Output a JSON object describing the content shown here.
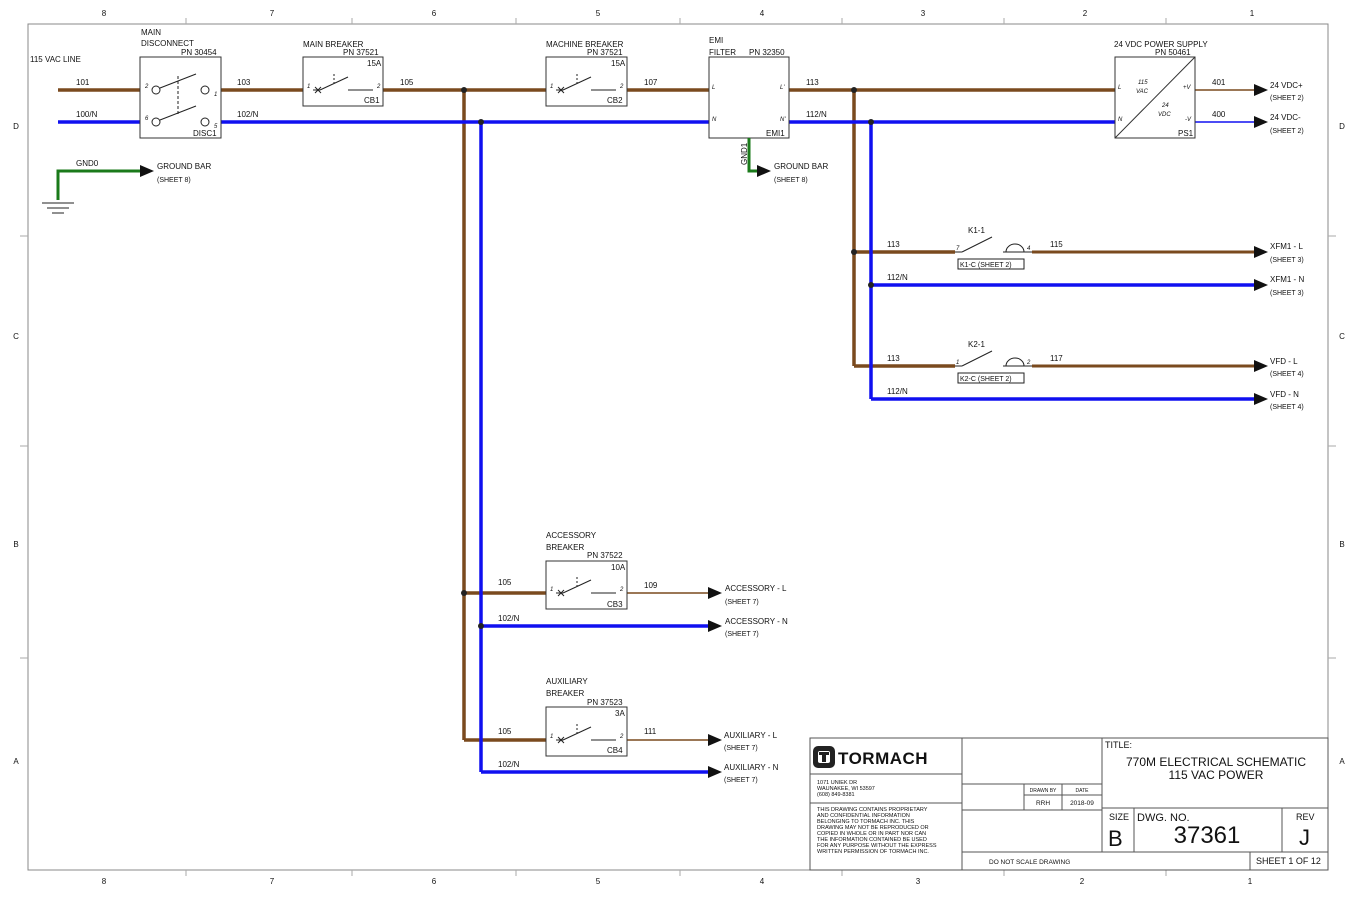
{
  "border": {
    "columns": [
      "8",
      "7",
      "6",
      "5",
      "4",
      "3",
      "2",
      "1"
    ],
    "rows": [
      "D",
      "C",
      "B",
      "A"
    ]
  },
  "source": {
    "label": "115 VAC LINE",
    "wire_l": "101",
    "wire_n": "100/N"
  },
  "ground": {
    "wire": "GND0",
    "label": "GROUND BAR",
    "ref": "(SHEET 8)"
  },
  "disconnect": {
    "title1": "MAIN",
    "title2": "DISCONNECT",
    "pn": "PN 30454",
    "ref": "DISC1",
    "pin_tl": "2",
    "pin_tr": "1",
    "pin_bl": "6",
    "pin_br": "5"
  },
  "main_breaker": {
    "title": "MAIN BREAKER",
    "pn": "PN 37521",
    "rating": "15A",
    "ref": "CB1",
    "pin1": "1",
    "pin2": "2"
  },
  "wires": {
    "w103": "103",
    "w102n": "102/N",
    "w105": "105",
    "w107": "107",
    "w113": "113",
    "w112n": "112/N",
    "w401": "401",
    "w400": "400",
    "w115": "115",
    "w117": "117",
    "w109": "109",
    "w111": "111"
  },
  "machine_breaker": {
    "title": "MACHINE BREAKER",
    "pn": "PN 37521",
    "rating": "15A",
    "ref": "CB2",
    "pin1": "1",
    "pin2": "2"
  },
  "emi": {
    "title1": "EMI",
    "title2": "FILTER",
    "pn": "PN 32350",
    "ref": "EMI1",
    "pin_l": "L",
    "pin_n": "N",
    "pin_lo": "L'",
    "pin_no": "N'",
    "gnd_wire": "GND1",
    "gnd_label": "GROUND BAR",
    "gnd_ref": "(SHEET 8)"
  },
  "psu": {
    "title": "24 VDC POWER SUPPLY",
    "pn": "PN 50461",
    "ref": "PS1",
    "in_text1": "115",
    "in_text2": "VAC",
    "out_text1": "24",
    "out_text2": "VDC",
    "pin_l": "L",
    "pin_n": "N",
    "pin_pos": "+V",
    "pin_neg": "-V",
    "out_pos": "24 VDC+",
    "out_pos_ref": "(SHEET 2)",
    "out_neg": "24 VDC-",
    "out_neg_ref": "(SHEET 2)"
  },
  "k1": {
    "label": "K1-1",
    "coil": "K1-C (SHEET 2)",
    "pin_a": "7",
    "pin_b": "4",
    "out_l": "XFM1 - L",
    "out_l_ref": "(SHEET 3)",
    "out_n": "XFM1 - N",
    "out_n_ref": "(SHEET 3)"
  },
  "k2": {
    "label": "K2-1",
    "coil": "K2-C (SHEET 2)",
    "pin_a": "1",
    "pin_b": "2",
    "out_l": "VFD - L",
    "out_l_ref": "(SHEET 4)",
    "out_n": "VFD - N",
    "out_n_ref": "(SHEET 4)"
  },
  "accessory": {
    "title1": "ACCESSORY",
    "title2": "BREAKER",
    "pn": "PN 37522",
    "rating": "10A",
    "ref": "CB3",
    "pin1": "1",
    "pin2": "2",
    "out_l": "ACCESSORY - L",
    "out_l_ref": "(SHEET 7)",
    "out_n": "ACCESSORY - N",
    "out_n_ref": "(SHEET 7)"
  },
  "auxiliary": {
    "title1": "AUXILIARY",
    "title2": "BREAKER",
    "pn": "PN 37523",
    "rating": "3A",
    "ref": "CB4",
    "pin1": "1",
    "pin2": "2",
    "out_l": "AUXILIARY - L",
    "out_l_ref": "(SHEET 7)",
    "out_n": "AUXILIARY - N",
    "out_n_ref": "(SHEET 7)"
  },
  "title_block": {
    "logo": "TORMACH",
    "addr1": "1071 UNIEK DR",
    "addr2": "WAUNAKEE, WI 53597",
    "addr3": "(608) 849-8381",
    "notice": [
      "THIS DRAWING CONTAINS PROPRIETARY",
      "AND CONFIDENTIAL INFORMATION",
      "BELONGING TO TORMACH INC. THIS",
      "DRAWING MAY NOT BE REPRODUCED OR",
      "COPIED IN WHOLE OR IN PART NOR CAN",
      "THE INFORMATION CONTAINED BE USED",
      "FOR ANY PURPOSE WITHOUT THE EXPRESS",
      "WRITTEN PERMISSION OF TORMACH INC."
    ],
    "drawn_by_label": "DRAWN BY",
    "date_label": "DATE",
    "drawn_by": "RRH",
    "date": "2018-09",
    "title_label": "TITLE:",
    "title1": "770M ELECTRICAL SCHEMATIC",
    "title2": "115 VAC POWER",
    "size_label": "SIZE",
    "size": "B",
    "dwg_label": "DWG.  NO.",
    "dwg_no": "37361",
    "rev_label": "REV",
    "rev": "J",
    "no_scale": "DO NOT SCALE DRAWING",
    "sheet": "SHEET 1 OF 12"
  },
  "colors": {
    "line": "#7a4a1e",
    "neutral": "#1010f0",
    "ground": "#1a7a1a"
  }
}
